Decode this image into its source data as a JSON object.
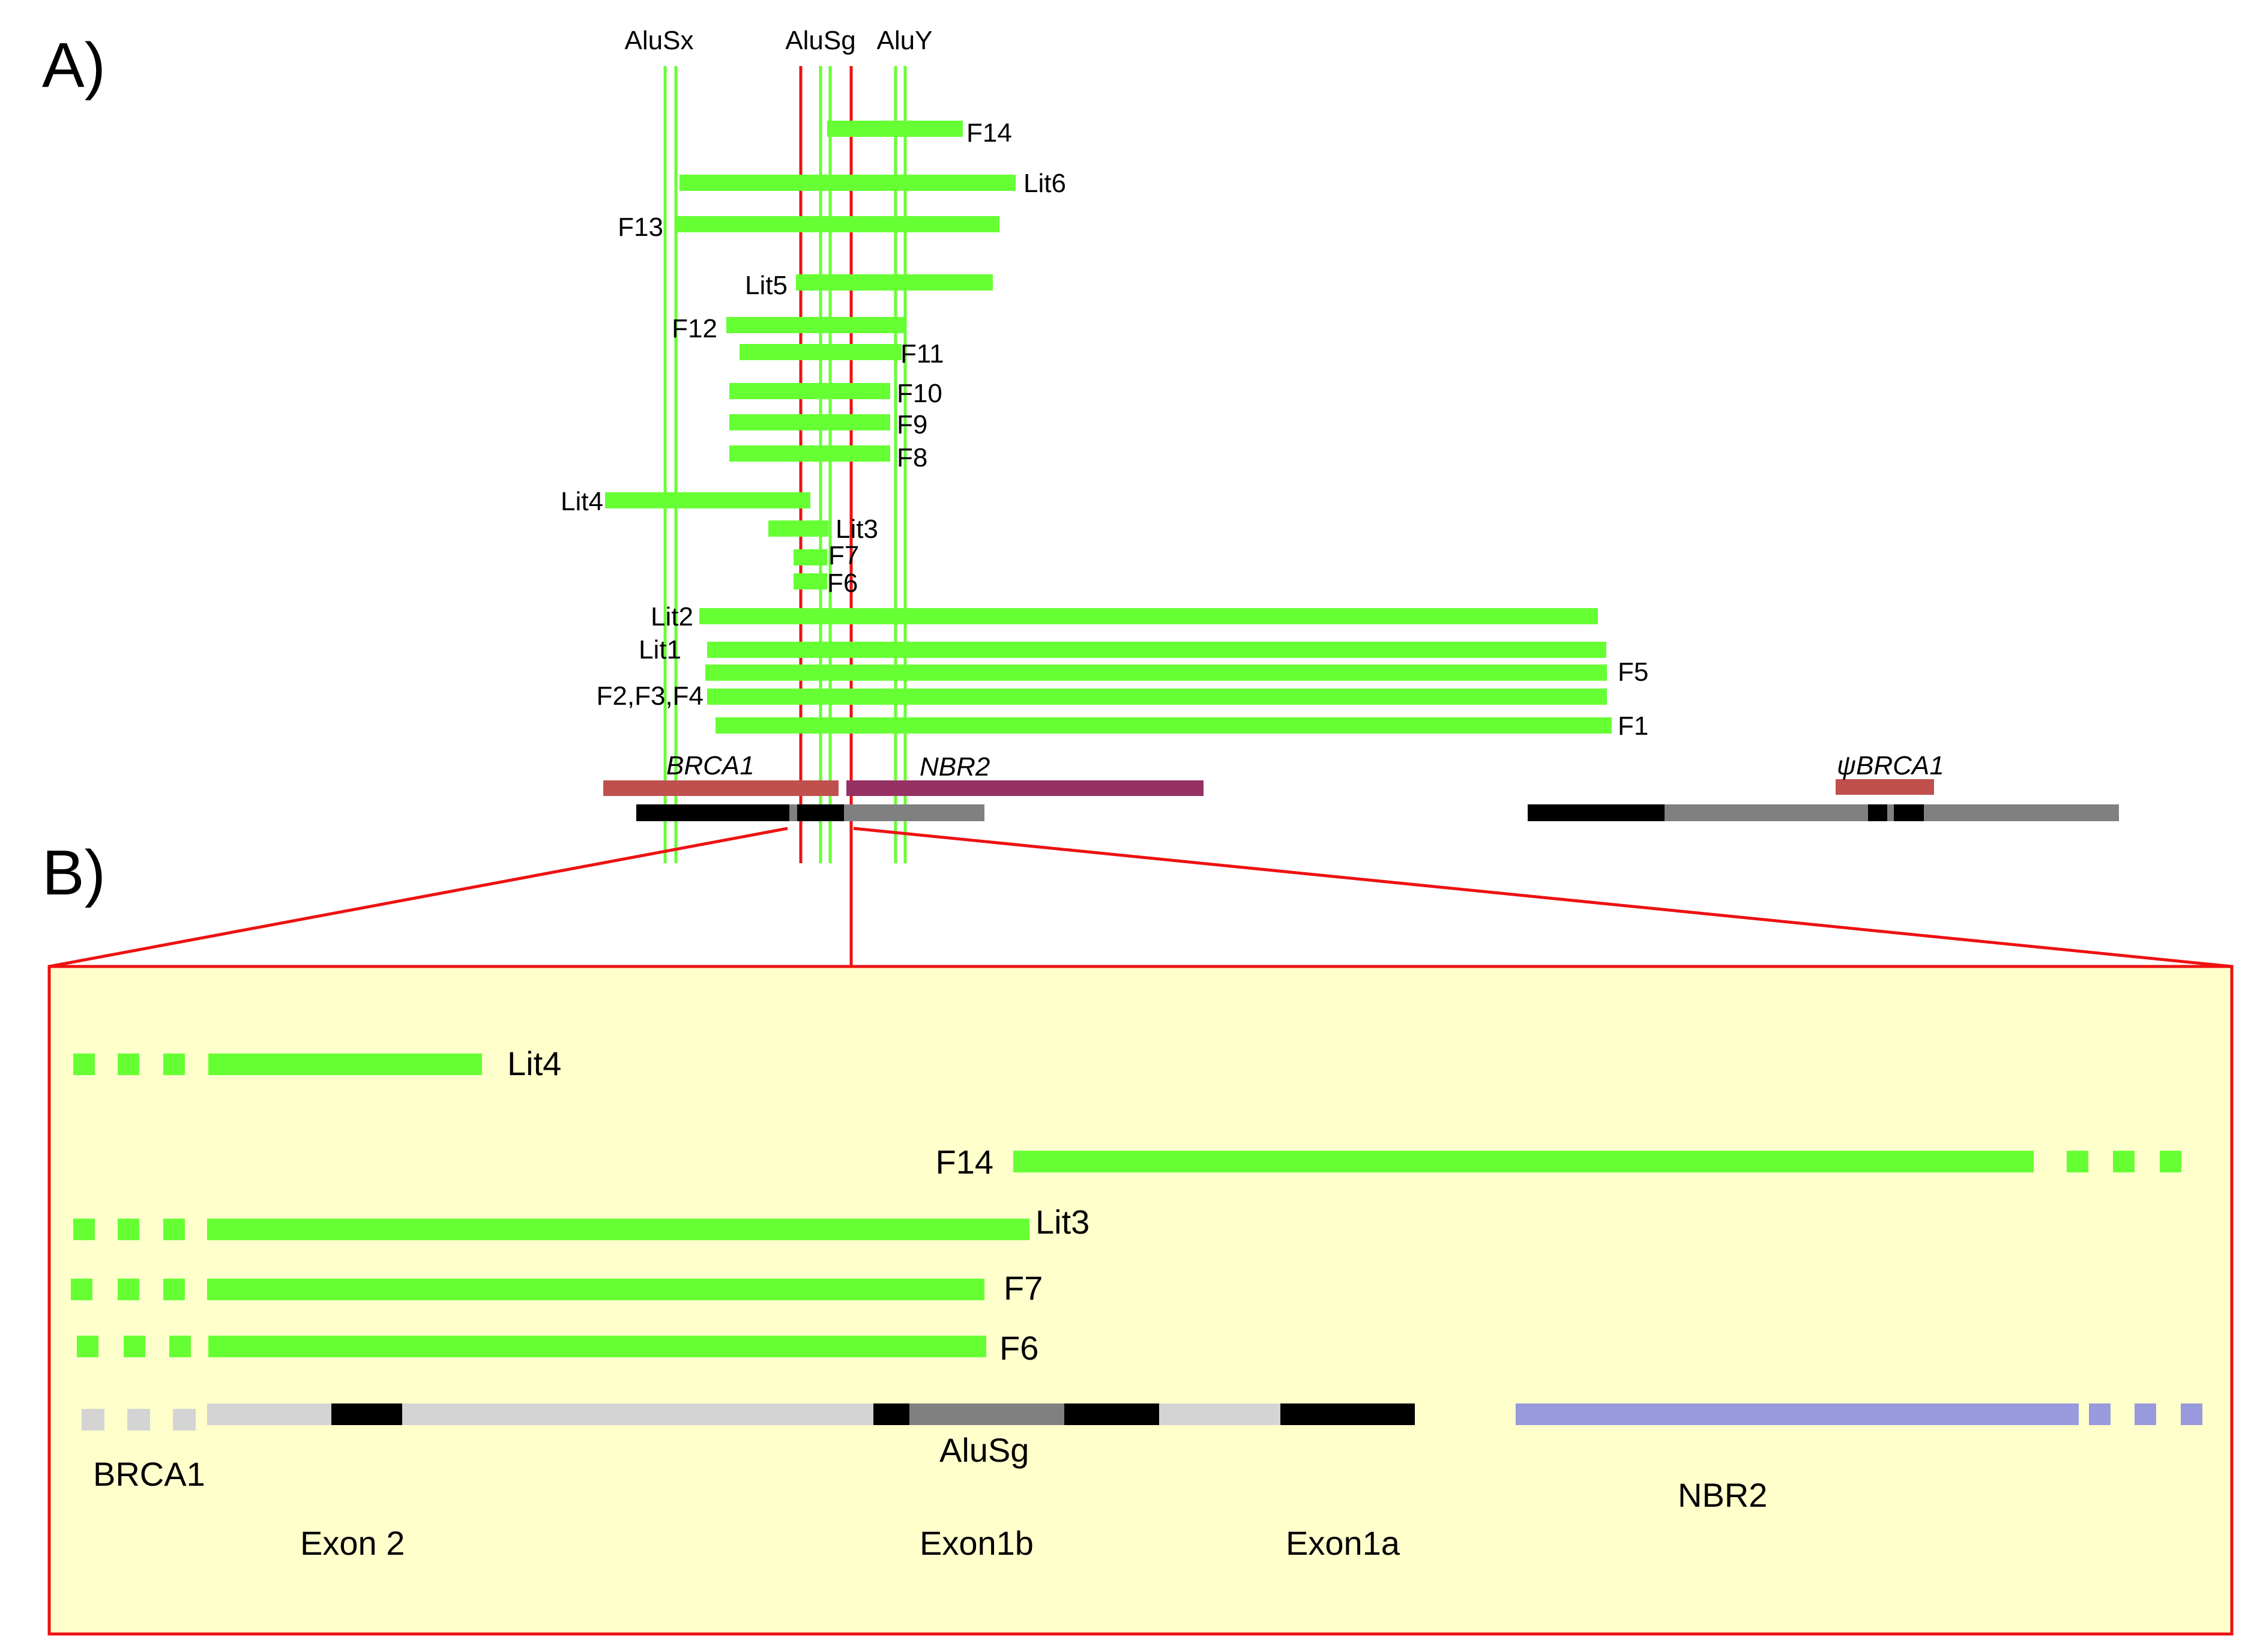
{
  "panels": {
    "a": "A)",
    "b": "B)"
  },
  "colors": {
    "deletion": "#66ff33",
    "red_line": "#ee1111",
    "brca1_bar": "#c0504d",
    "nbr2_bar": "#953163",
    "exon_black": "#000000",
    "intron_grey": "#808080",
    "intron_lightgrey": "#d4d4d4",
    "nbr2_inset": "#9999dd",
    "inset_bg": "#ffffcc"
  },
  "panel_a": {
    "alu_labels": {
      "alusx": "AluSx",
      "alusg": "AluSg",
      "aluy": "AluY"
    },
    "deletions": [
      {
        "label": "F14"
      },
      {
        "label": "Lit6"
      },
      {
        "label": "F13"
      },
      {
        "label": "Lit5"
      },
      {
        "label": "F12"
      },
      {
        "label": "F11"
      },
      {
        "label": "F10"
      },
      {
        "label": "F9"
      },
      {
        "label": "F8"
      },
      {
        "label": "Lit4"
      },
      {
        "label": "Lit3"
      },
      {
        "label": "F7"
      },
      {
        "label": "F6"
      },
      {
        "label": "Lit2"
      },
      {
        "label": "Lit1"
      },
      {
        "label": "F5"
      },
      {
        "label": "F2,F3,F4"
      },
      {
        "label": "F1"
      }
    ],
    "genes": {
      "brca1": "BRCA1",
      "nbr2": "NBR2",
      "psi_brca1": "ψBRCA1"
    }
  },
  "panel_b": {
    "deletions": [
      {
        "label": "Lit4"
      },
      {
        "label": "F14"
      },
      {
        "label": "Lit3"
      },
      {
        "label": "F7"
      },
      {
        "label": "F6"
      }
    ],
    "labels": {
      "brca1": "BRCA1",
      "alusg": "AluSg",
      "nbr2": "NBR2",
      "exon2": "Exon 2",
      "exon1b": "Exon1b",
      "exon1a": "Exon1a"
    }
  }
}
